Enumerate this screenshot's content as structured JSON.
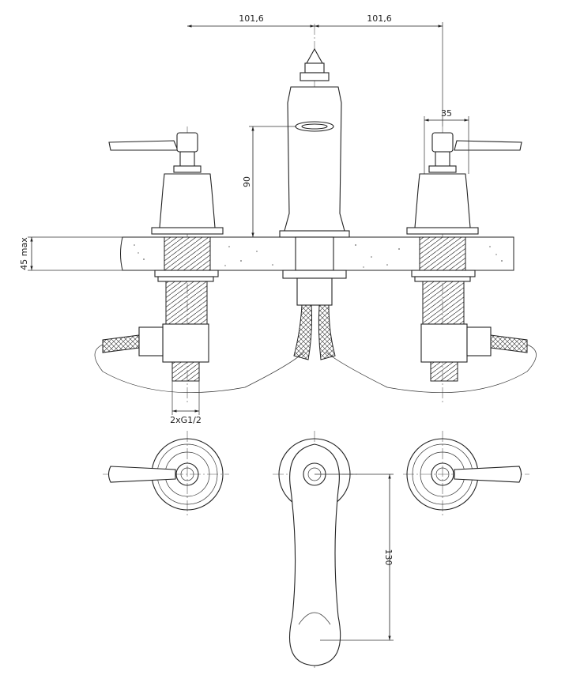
{
  "drawing": {
    "dimensions": {
      "left_spacing": "101,6",
      "right_spacing": "101,6",
      "handle_width": "35",
      "spout_height": "90",
      "counter_thickness": "45 max",
      "connection": "2xG1/2",
      "spout_reach": "130"
    }
  }
}
